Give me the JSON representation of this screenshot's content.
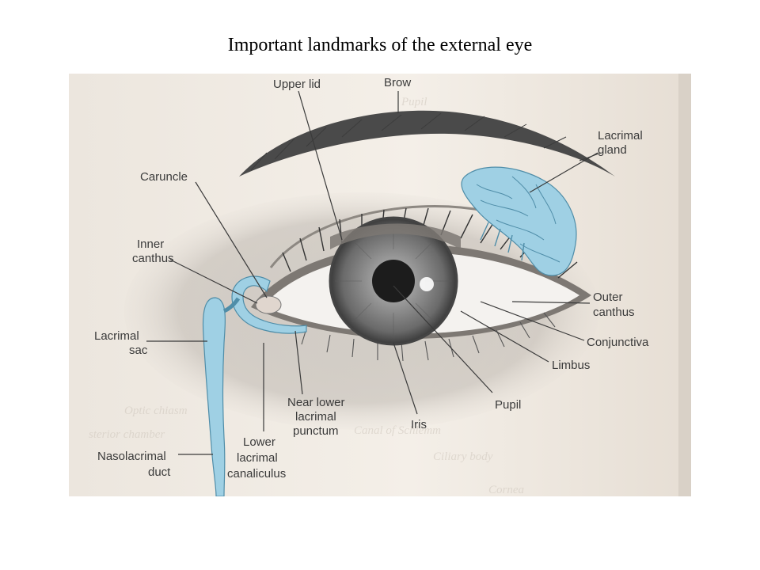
{
  "title": "Important landmarks of the external eye",
  "colors": {
    "paper": "#f4efe8",
    "paper_edge": "#d8d0c6",
    "ink": "#3a3a3a",
    "lacrimal_blue": "#9fd0e4",
    "lacrimal_blue_dark": "#4f8da8",
    "iris_gray": "#6f6f6f",
    "sclera": "#f7f5f2"
  },
  "labels": {
    "upper_lid": "Upper lid",
    "brow": "Brow",
    "lacrimal_gland_1": "Lacrimal",
    "lacrimal_gland_2": "gland",
    "caruncle": "Caruncle",
    "inner_canthus_1": "Inner",
    "inner_canthus_2": "canthus",
    "lacrimal_sac_1": "Lacrimal",
    "lacrimal_sac_2": "sac",
    "outer_canthus_1": "Outer",
    "outer_canthus_2": "canthus",
    "conjunctiva": "Conjunctiva",
    "limbus": "Limbus",
    "pupil": "Pupil",
    "iris": "Iris",
    "near_lower_punctum_1": "Near lower",
    "near_lower_punctum_2": "lacrimal",
    "near_lower_punctum_3": "punctum",
    "lower_canaliculus_1": "Lower",
    "lower_canaliculus_2": "lacrimal",
    "lower_canaliculus_3": "canaliculus",
    "nasolacrimal_1": "Nasolacrimal",
    "nasolacrimal_2": "duct"
  }
}
